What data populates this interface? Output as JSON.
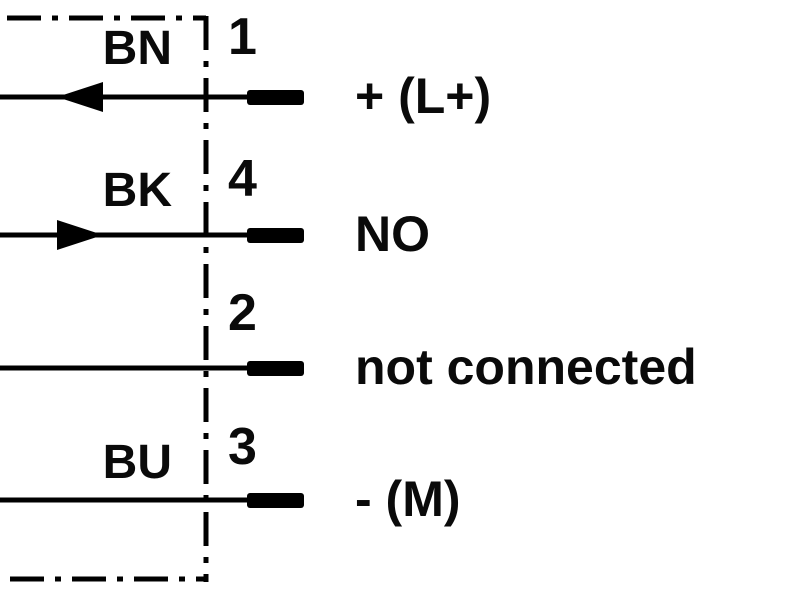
{
  "colors": {
    "line": "#000000",
    "background": "#ffffff"
  },
  "rows": [
    {
      "wire": "BN",
      "pin": "1",
      "label": "+ (L+)",
      "arrow": "left"
    },
    {
      "wire": "BK",
      "pin": "4",
      "label": "NO",
      "arrow": "right"
    },
    {
      "wire": "",
      "pin": "2",
      "label": "not connected",
      "arrow": "none"
    },
    {
      "wire": "BU",
      "pin": "3",
      "label": "- (M)",
      "arrow": "none"
    }
  ]
}
